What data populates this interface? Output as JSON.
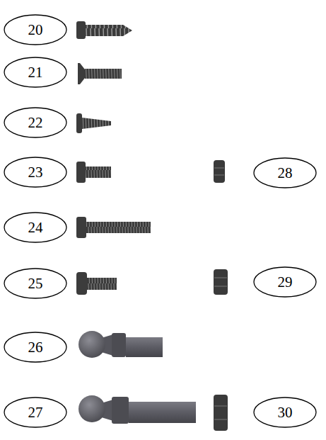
{
  "diagram": {
    "nodes": [
      {
        "text": [
          "20"
        ]
      },
      {
        "text": [
          "21"
        ]
      },
      {
        "text": [
          "22"
        ]
      },
      {
        "text": [
          "23"
        ]
      },
      {
        "text": [
          "28"
        ]
      },
      {
        "text": [
          "24"
        ]
      },
      {
        "text": [
          "25"
        ]
      },
      {
        "text": [
          "29"
        ]
      },
      {
        "text": [
          "26"
        ]
      },
      {
        "text": [
          "27"
        ]
      },
      {
        "text": [
          "30"
        ]
      }
    ],
    "edges": []
  }
}
